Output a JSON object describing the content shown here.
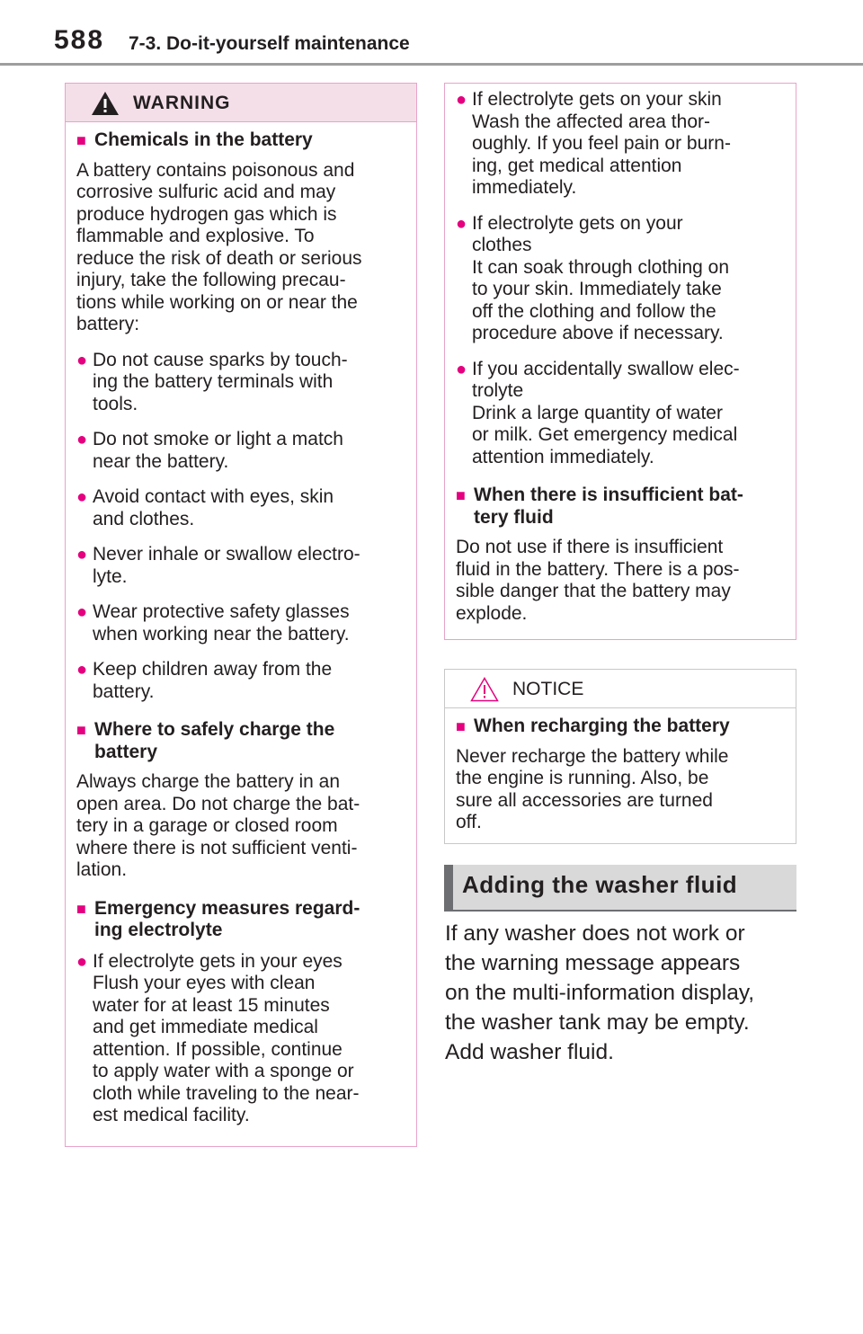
{
  "header": {
    "page_number": "588",
    "section": "7-3. Do-it-yourself maintenance"
  },
  "warning_box": {
    "title": "WARNING",
    "sections": [
      {
        "heading": [
          "Chemicals in the battery"
        ],
        "para": [
          "A battery contains poisonous and",
          "corrosive sulfuric acid and may",
          "produce hydrogen gas which is",
          "flammable and explosive. To",
          "reduce the risk of death or serious",
          "injury, take the following precau-",
          "tions while working on or near the",
          "battery:"
        ],
        "bullets": [
          [
            "Do not cause sparks by touch-",
            "ing the battery terminals with",
            "tools."
          ],
          [
            "Do not smoke or light a match",
            "near the battery."
          ],
          [
            "Avoid contact with eyes, skin",
            "and clothes."
          ],
          [
            "Never inhale or swallow electro-",
            "lyte."
          ],
          [
            "Wear protective safety glasses",
            "when working near the battery."
          ],
          [
            "Keep children away from the",
            "battery."
          ]
        ]
      },
      {
        "heading": [
          "Where to safely charge the",
          "battery"
        ],
        "para": [
          "Always charge the battery in an",
          "open area. Do not charge the bat-",
          "tery in a garage or closed room",
          "where there is not sufficient venti-",
          "lation."
        ]
      },
      {
        "heading": [
          "Emergency measures regard-",
          "ing electrolyte"
        ],
        "bullets": [
          [
            "If electrolyte gets in your eyes",
            "Flush your eyes with clean",
            "water for at least 15 minutes",
            "and get immediate medical",
            "attention. If possible, continue",
            "to apply water with a sponge or",
            "cloth while traveling to the near-",
            "est medical facility."
          ]
        ]
      }
    ]
  },
  "warning_cont": {
    "bullets": [
      [
        "If electrolyte gets on your skin",
        "Wash the affected area thor-",
        "oughly. If you feel pain or burn-",
        "ing, get medical attention",
        "immediately."
      ],
      [
        "If electrolyte gets on your",
        "clothes",
        "It can soak through clothing on",
        "to your skin. Immediately take",
        "off the clothing and follow the",
        "procedure above if necessary."
      ],
      [
        "If you accidentally swallow elec-",
        "trolyte",
        "Drink a large quantity of water",
        "or milk. Get emergency medical",
        "attention immediately."
      ]
    ],
    "heading": [
      "When there is insufficient bat-",
      "tery fluid"
    ],
    "para": [
      "Do not use if there is insufficient",
      "fluid in the battery. There is a pos-",
      "sible danger that the battery may",
      "explode."
    ]
  },
  "notice_box": {
    "title": "NOTICE",
    "heading": [
      "When recharging the battery"
    ],
    "para": [
      "Never recharge the battery while",
      "the engine is running. Also, be",
      "sure all accessories are turned",
      "off."
    ]
  },
  "washer": {
    "title": "Adding the washer fluid",
    "body": [
      "If any washer does not work or",
      "the warning message appears",
      "on the multi-information display,",
      "the washer tank may be empty.",
      "Add washer fluid."
    ]
  },
  "colors": {
    "accent": "#e4007f",
    "warning_border": "#e8a3c9",
    "warning_header": "#f4dfe9",
    "banner": "#d9d9d9"
  }
}
